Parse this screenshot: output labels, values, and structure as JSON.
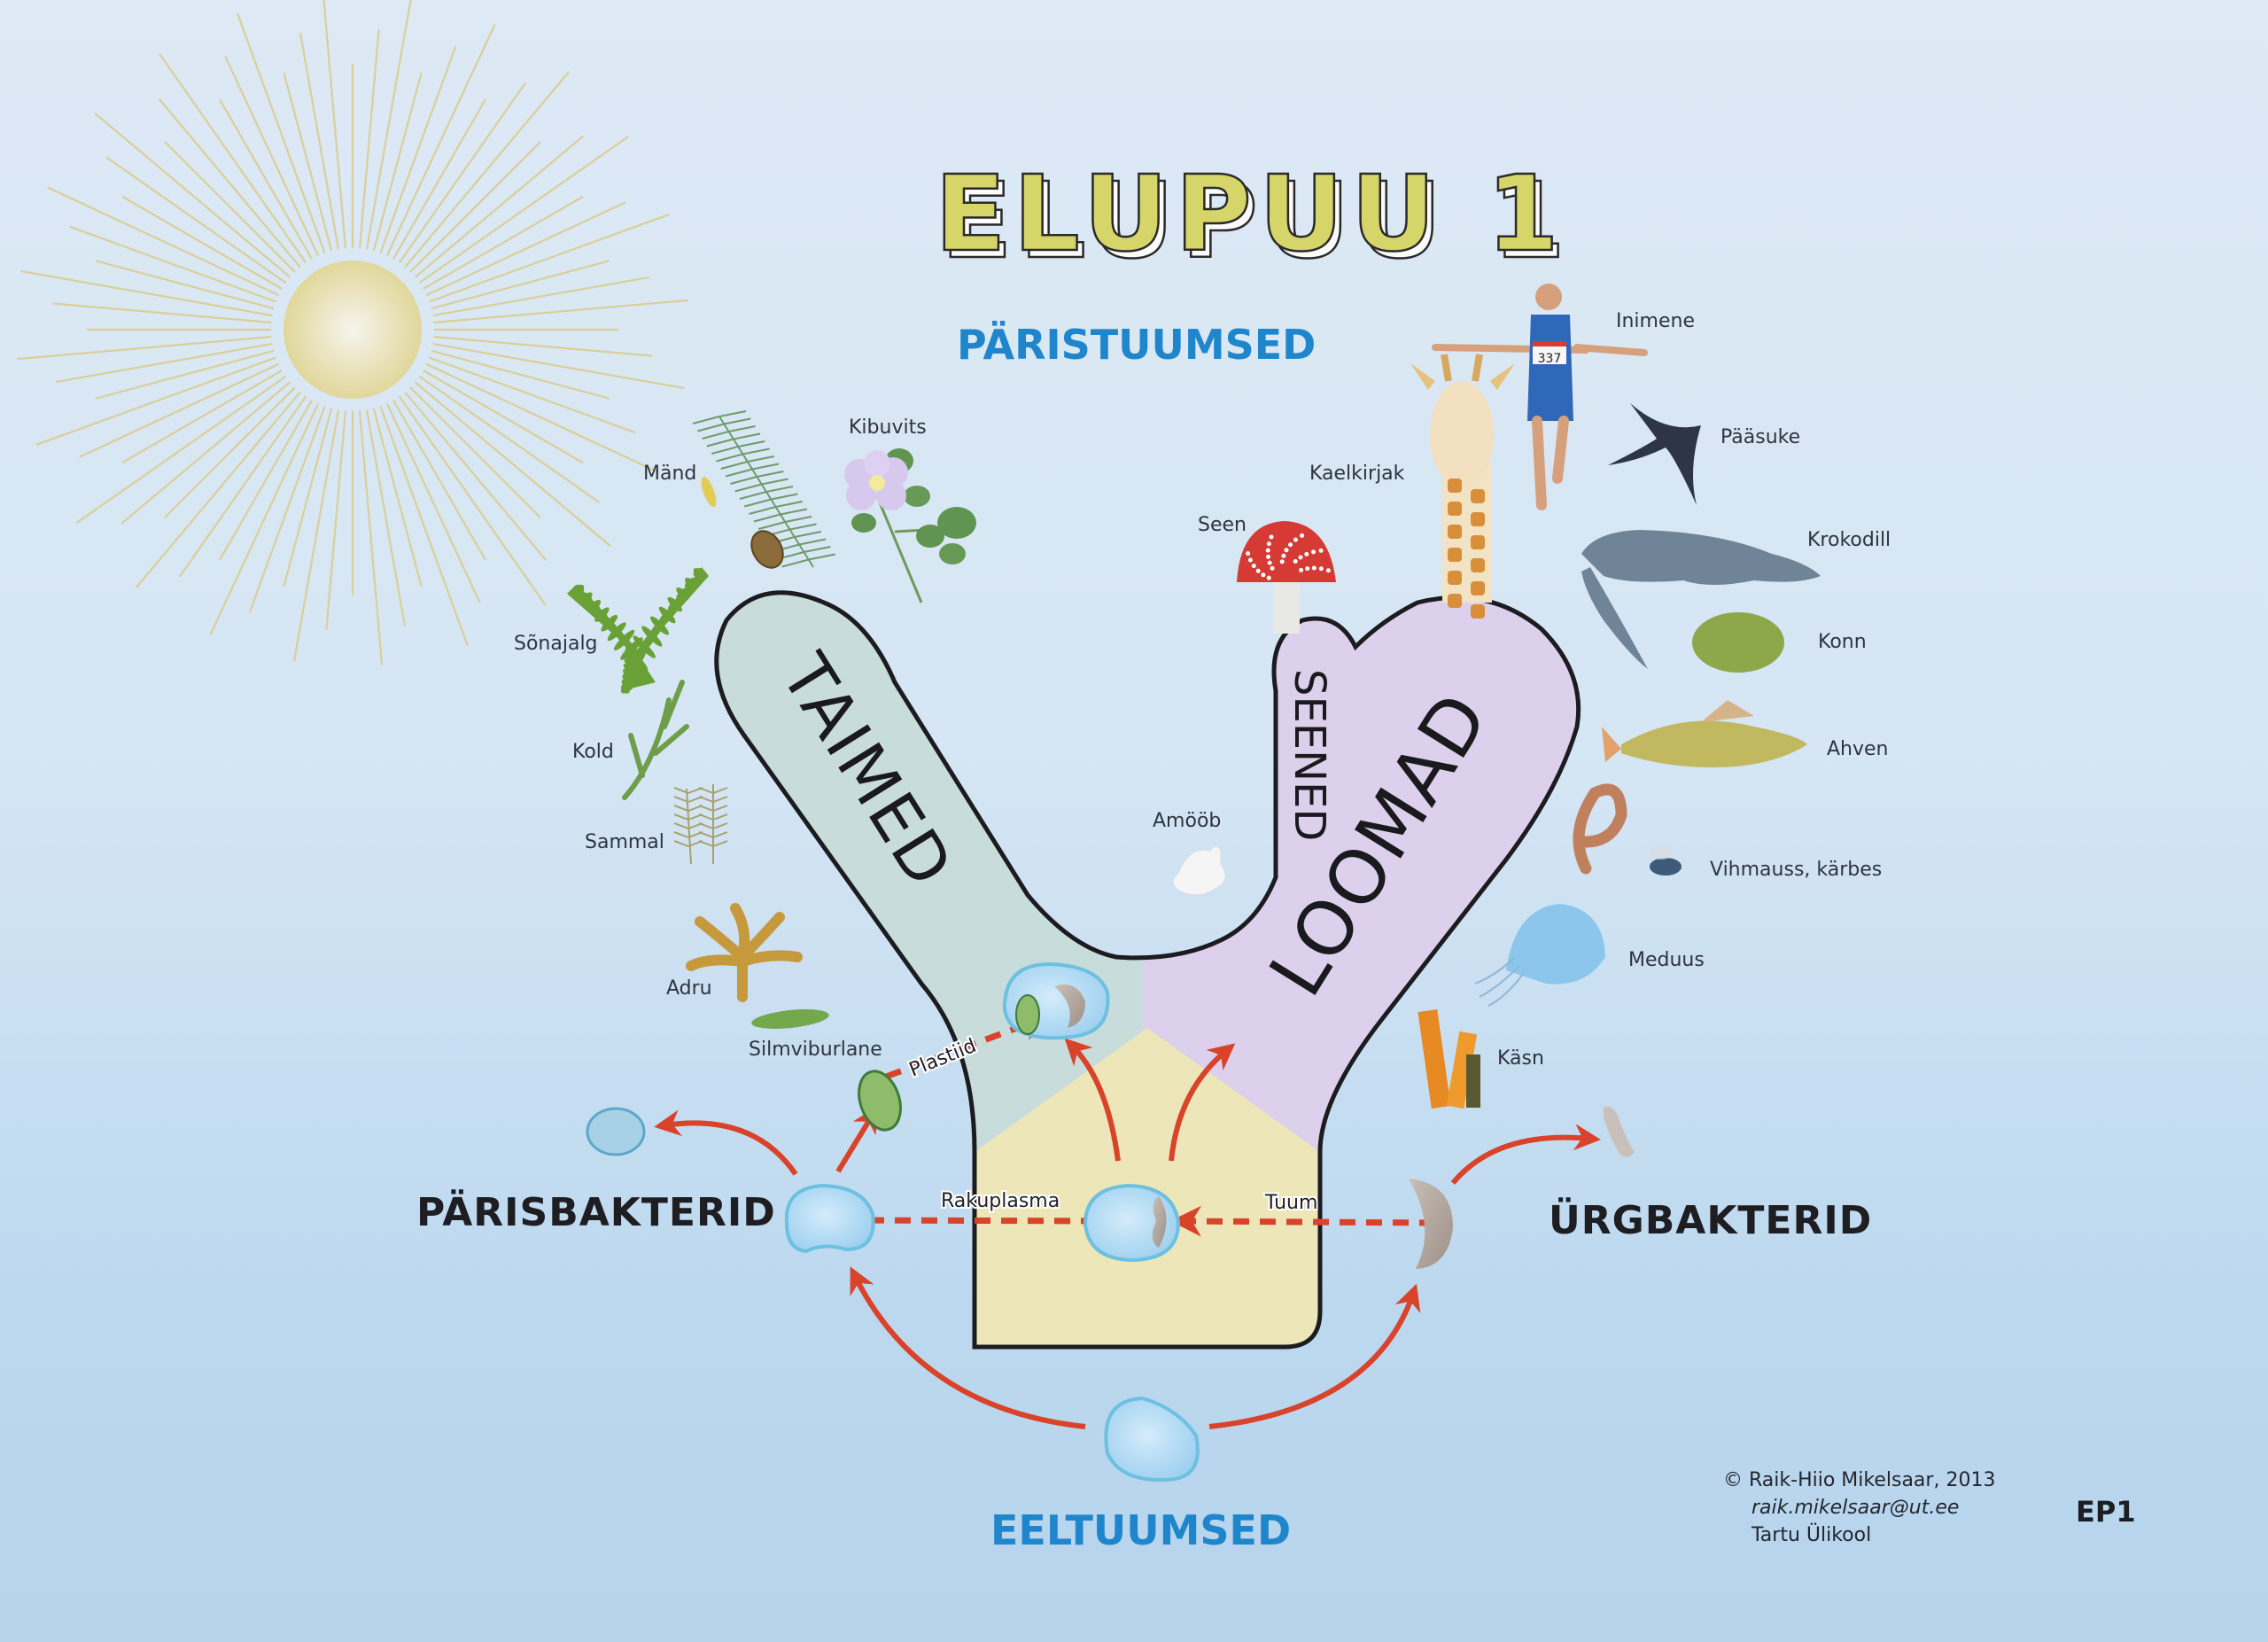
{
  "poster": {
    "title": "ELUPUU 1",
    "code": "EP1",
    "colors": {
      "title_fill": "#d6d56a",
      "heading_blue": "#1f86cc",
      "arrow_red": "#d9432a",
      "plants_region": "#c9dcdc",
      "animals_region": "#dcd0ec",
      "origin_region": "#ece6b8",
      "cell_blue": "#a9d6f2",
      "nucleus": "#b3a69c",
      "sun": "#e4dca0"
    }
  },
  "sections": {
    "eukaryotes": "PÄRISTUUMSED",
    "prokaryotes": "EELTUUMSED",
    "bacteria": "PÄRISBAKTERID",
    "archaea": "ÜRGBAKTERID"
  },
  "kingdoms": {
    "plants": "TAIMED",
    "fungi": "SEENED",
    "animals": "LOOMAD"
  },
  "organisms": {
    "plants": [
      {
        "name": "Mänd",
        "icon": "pine-icon"
      },
      {
        "name": "Kibuvits",
        "icon": "rose-icon"
      },
      {
        "name": "Sõnajalg",
        "icon": "fern-icon"
      },
      {
        "name": "Kold",
        "icon": "clubmoss-icon"
      },
      {
        "name": "Sammal",
        "icon": "moss-icon"
      },
      {
        "name": "Adru",
        "icon": "seaweed-icon"
      },
      {
        "name": "Silmviburlane",
        "icon": "euglena-icon"
      }
    ],
    "middle": [
      {
        "name": "Seen",
        "icon": "mushroom-icon"
      },
      {
        "name": "Kaelkirjak",
        "icon": "giraffe-icon"
      },
      {
        "name": "Amööb",
        "icon": "amoeba-icon"
      }
    ],
    "animals": [
      {
        "name": "Inimene",
        "icon": "human-icon",
        "bib": "337"
      },
      {
        "name": "Pääsuke",
        "icon": "swallow-icon"
      },
      {
        "name": "Krokodill",
        "icon": "crocodile-icon"
      },
      {
        "name": "Konn",
        "icon": "frog-icon"
      },
      {
        "name": "Ahven",
        "icon": "perch-icon"
      },
      {
        "name": "Vihmauss, kärbes",
        "icon": "worm-fly-icon"
      },
      {
        "name": "Meduus",
        "icon": "jellyfish-icon"
      },
      {
        "name": "Käsn",
        "icon": "sponge-icon"
      }
    ]
  },
  "flow_labels": {
    "plastids": "Plastiid",
    "cytoplasm": "Rakuplasma",
    "nucleus": "Tuum"
  },
  "credits": {
    "copyright_symbol": "©",
    "author": "Raik-Hiio Mikelsaar, 2013",
    "email": "raik.mikelsaar@ut.ee",
    "institution": "Tartu Ülikool"
  }
}
